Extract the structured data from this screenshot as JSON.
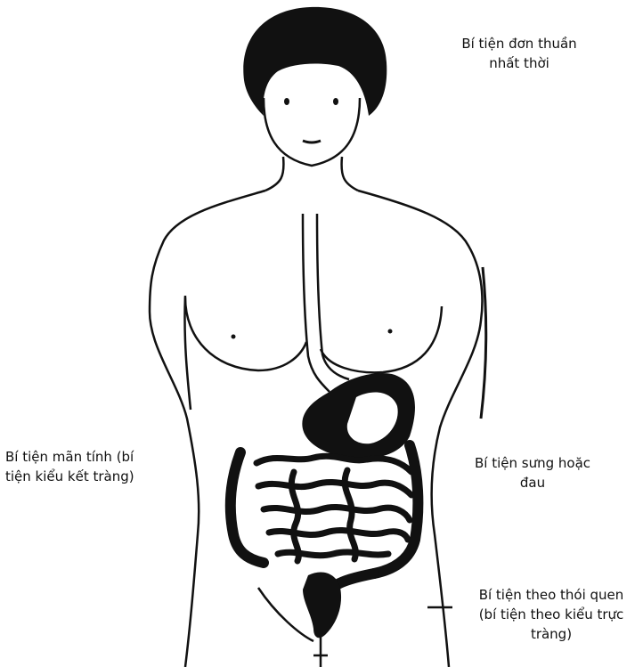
{
  "colors": {
    "ink": "#111111",
    "background": "#ffffff"
  },
  "labels": {
    "simple": {
      "line1": "Bí tiện đơn thuần",
      "line2": "nhất thời"
    },
    "chronic": {
      "line1": "Bí tiện mãn tính (bí",
      "line2": "tiện kiểu kết tràng)"
    },
    "pain": {
      "line1": "Bí tiện sưng hoặc",
      "line2": "đau"
    },
    "habit": {
      "line1": "Bí tiện theo thói quen",
      "line2": "(bí tiện theo kiểu trực",
      "line3": "tràng)"
    }
  }
}
